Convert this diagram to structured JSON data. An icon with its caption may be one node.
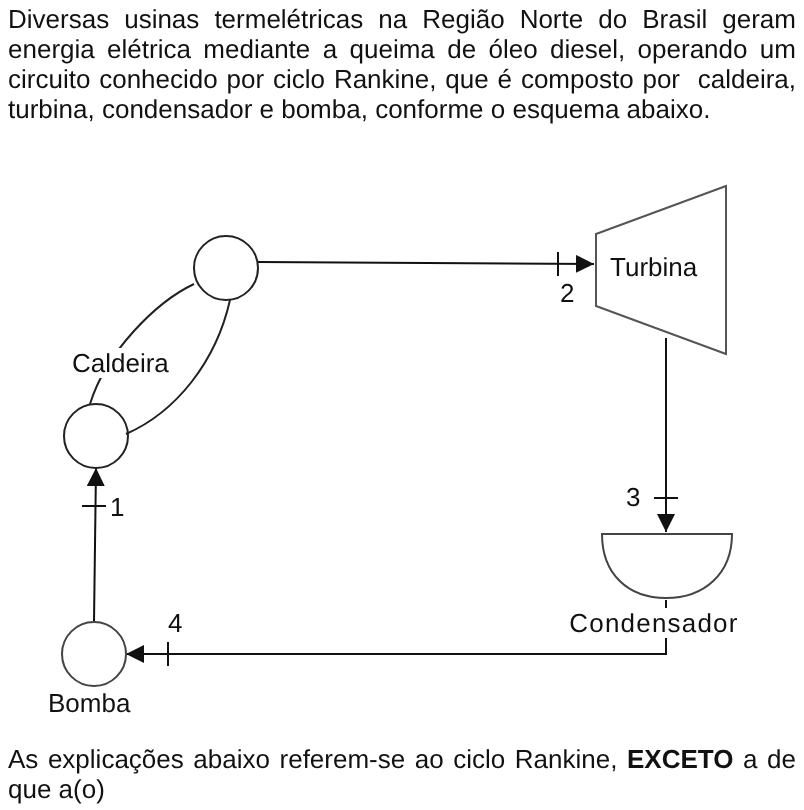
{
  "diagram": {
    "nodes": [
      {
        "text": [
          "Caldeira"
        ]
      },
      {
        "text": [
          "Turbina"
        ]
      },
      {
        "text": [
          "Condensador"
        ]
      },
      {
        "text": [
          "Bomba"
        ]
      }
    ],
    "edges": [
      {
        "from": 0,
        "to": 1,
        "arrow": "to",
        "label": "2"
      },
      {
        "from": 1,
        "to": 2,
        "arrow": "to",
        "label": "3"
      },
      {
        "from": 2,
        "to": 3,
        "arrow": "to",
        "label": "4"
      },
      {
        "from": 3,
        "to": 0,
        "arrow": "to",
        "label": "1"
      }
    ],
    "labels": [
      "Diversas usinas termelétricas na Região Norte do Brasil geram energia elétrica mediante a queima de óleo diesel, operando um circuito conhecido por ciclo Rankine, que é composto por  caldeira, turbina, condensador e bomba, conforme o esquema abaixo.",
      "As explicações abaixo referem-se ao ciclo Rankine, **EXCETO** a de que a(o)"
    ]
  }
}
